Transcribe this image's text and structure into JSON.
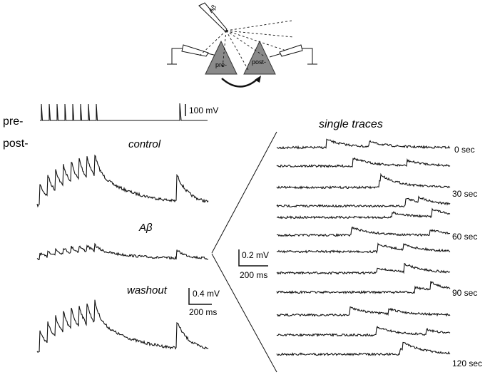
{
  "colors": {
    "trace": "#111111",
    "cell_fill": "#8a8a8a",
    "background": "#ffffff"
  },
  "diagram": {
    "pipette_label": "Aβ",
    "pre_cell_label": "pre-",
    "post_cell_label": "post-"
  },
  "rows": {
    "pre": "pre-",
    "post": "post-"
  },
  "conditions": {
    "control": "control",
    "abeta": "Aβ",
    "washout": "washout"
  },
  "scalebars": {
    "pre_voltage": "100 mV",
    "washout_voltage": "0.4 mV",
    "washout_time": "200 ms",
    "single_voltage": "0.2 mV",
    "single_time": "200 ms"
  },
  "single_traces": {
    "title": "single traces",
    "time_labels": [
      "0 sec",
      "30 sec",
      "60 sec",
      "90 sec",
      "120 sec"
    ]
  }
}
